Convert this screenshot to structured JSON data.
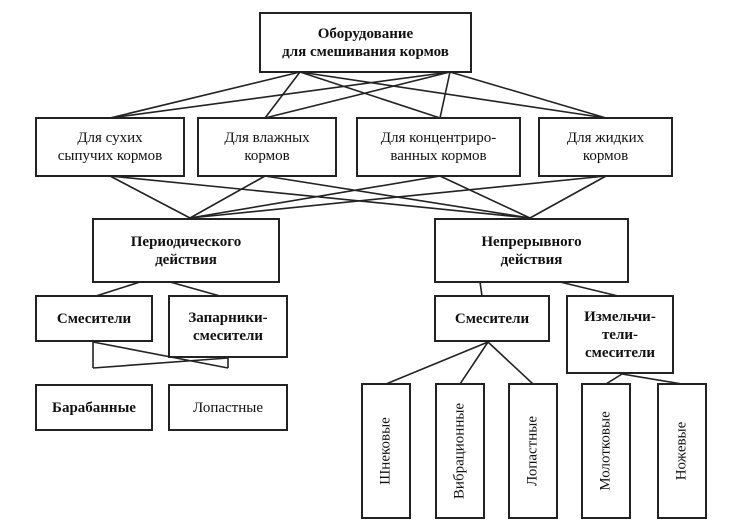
{
  "diagram": {
    "root": "Оборудование\nдля смешивания кормов",
    "feed_types": [
      "Для сухих\nсыпучих кормов",
      "Для влажных\nкормов",
      "Для концентриро-\nванных кормов",
      "Для жидких\nкормов"
    ],
    "operation_modes": [
      "Периодического\nдействия",
      "Непрерывного\nдействия"
    ],
    "periodic_types": [
      "Смесители",
      "Запарники-\nсмесители"
    ],
    "continuous_types": [
      "Смесители",
      "Измельчи-\nтели-\nсмесители"
    ],
    "periodic_designs": [
      "Барабанные",
      "Лопастные"
    ],
    "continuous_mixer_designs": [
      "Шнековые",
      "Вибрационные",
      "Лопастные"
    ],
    "grinder_mixer_designs": [
      "Молотковые",
      "Ножевые"
    ]
  }
}
